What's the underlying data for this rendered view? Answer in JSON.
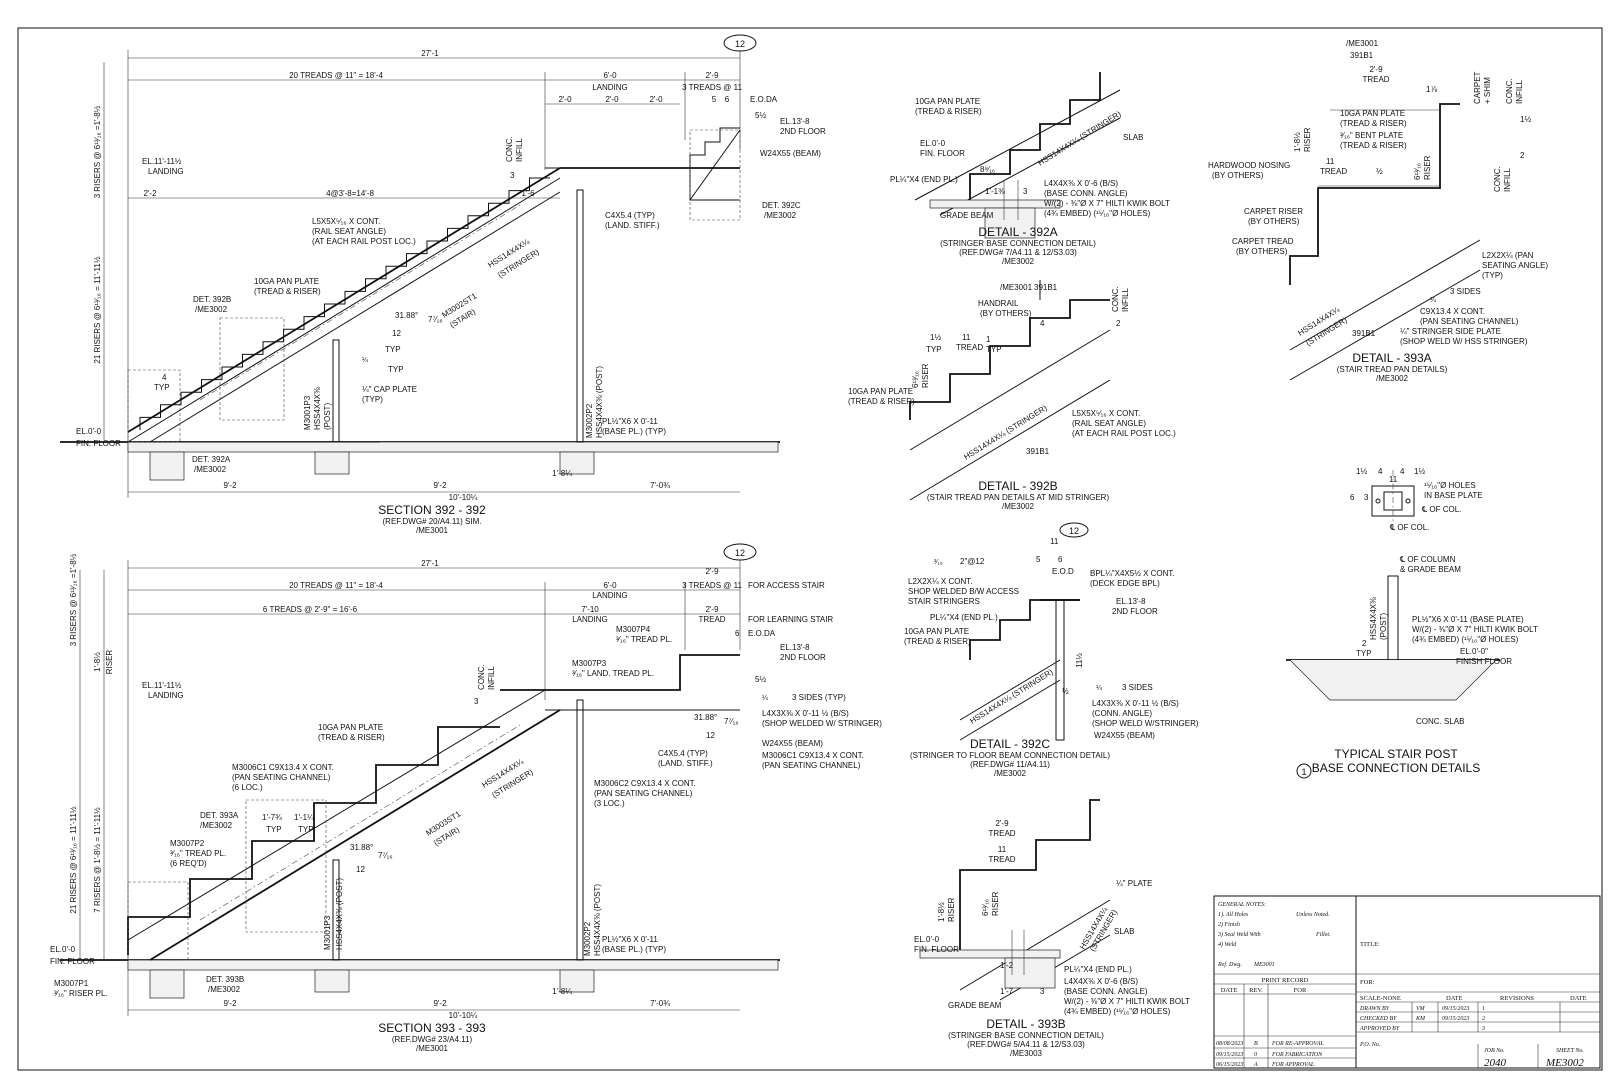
{
  "sheet": {
    "section_392": {
      "title": "SECTION 392 - 392",
      "ref": "(REF.DWG# 20/A4.11) SIM.",
      "ref2": "/ME3001",
      "grid": "12",
      "dims": [
        "27'-1",
        "20 TREADS @ 11\" = 18'-4",
        "6'-0",
        "LANDING",
        "2'-9",
        "3 TREADS @ 11",
        "2'-0",
        "2'-0",
        "2'-0",
        "5",
        "6",
        "E.O.DA",
        "2'-2",
        "4@3'-8=14'-8",
        "1'-6",
        "9'-2",
        "9'-2",
        "10'-10¼",
        "1'-8¼",
        "7'-0¾",
        "31.88°",
        "7⁷⁄₁₆",
        "12",
        "5½"
      ],
      "labels": [
        "EL.11'-11½",
        "LANDING",
        "EL.13'-8",
        "2ND FLOOR",
        "W24X55 (BEAM)",
        "DET. 392C",
        "/ME3002",
        "CONC.",
        "INFILL",
        "3",
        "C4X5.4 (TYP)",
        "(LAND. STIFF.)",
        "L5X5X⁵⁄₁₆ X CONT.",
        "(RAIL SEAT ANGLE)",
        "(AT EACH RAIL POST LOC.)",
        "HSS14X4X¼",
        "(STRINGER)",
        "M3002ST1",
        "(STAIR)",
        "10GA PAN PLATE",
        "(TREAD & RISER)",
        "DET. 392B",
        "/ME3002",
        "TYP",
        "¼",
        "TYP",
        "¼\" CAP PLATE",
        "(TYP)",
        "M3001P3",
        "HSS4X4X⅜",
        "(POST)",
        "M3002P2",
        "HSS4X4X⅜ (POST)",
        "PL½\"X6 X 0'-11",
        "(BASE PL.) (TYP)",
        "EL.0'-0",
        "FIN. FLOOR",
        "DET. 392A",
        "/ME3002",
        "4",
        "TYP",
        "3 RISERS @ 6¹³⁄₁₆ =1'-8½",
        "21 RISERS @ 6¹³⁄₁₆ = 11'-11½"
      ]
    },
    "section_393": {
      "title": "SECTION 393 - 393",
      "ref": "(REF.DWG# 23/A4.11)",
      "ref2": "/ME3001",
      "grid": "12",
      "dims": [
        "27'-1",
        "20 TREADS @ 11\" = 18'-4",
        "6'-0",
        "LANDING",
        "2'-9",
        "3 TREADS @ 11",
        "FOR ACCESS STAIR",
        "6 TREADS @ 2'-9\" = 16'-6",
        "7'-10",
        "LANDING",
        "2'-9",
        "TREAD",
        "FOR LEARNING STAIR",
        "6",
        "E.O.DA",
        "1'-7¾",
        "1'-1¼",
        "TYP",
        "TYP",
        "31.88°",
        "7⁷⁄₁₆",
        "12",
        "31.88°",
        "7⁷⁄₁₆",
        "12",
        "9'-2",
        "9'-2",
        "10'-10¼",
        "1'-8¼",
        "7'-0¾",
        "5½"
      ],
      "labels": [
        "EL.13'-8",
        "2ND FLOOR",
        "M3007P4",
        "³⁄₁₆\" TREAD PL.",
        "M3007P3",
        "³⁄₁₆\" LAND. TREAD PL.",
        "CONC.",
        "INFILL",
        "3",
        "EL.11'-11½",
        "LANDING",
        "1'-8½",
        "RISER",
        "¼",
        "3 SIDES (TYP)",
        "L4X3X⅜ X 0'-11 ½ (B/S)",
        "(SHOP WELDED W/ STRINGER)",
        "W24X55 (BEAM)",
        "M3006C1 C9X13.4 X CONT.",
        "(PAN SEATING CHANNEL)",
        "C4X5.4 (TYP)",
        "(LAND. STIFF.)",
        "10GA PAN PLATE",
        "(TREAD & RISER)",
        "M3006C1 C9X13.4 X CONT.",
        "(PAN SEATING CHANNEL)",
        "(6 LOC.)",
        "M3006C2 C9X13.4 X CONT.",
        "(PAN SEATING CHANNEL)",
        "(3 LOC.)",
        "HSS14X4X¼",
        "(STRINGER)",
        "M3003ST1",
        "(STAIR)",
        "DET. 393A",
        "/ME3002",
        "M3007P2",
        "³⁄₁₆\" TREAD PL.",
        "(6 REQ'D)",
        "M3001P3",
        "HSS4X4X⅜ (POST)",
        "M3002P2",
        "HSS4X4X⅜ (POST)",
        "PL½\"X6 X 0'-11",
        "(BASE PL.) (TYP)",
        "EL.0'-0",
        "FIN. FLOOR",
        "M3007P1",
        "³⁄₁₆\" RISER PL.",
        "DET. 393B",
        "/ME3002",
        "3 RISERS @ 6¹³⁄₁₆ =1'-8½",
        "21 RISERS @ 6¹³⁄₁₆ = 11'-11½",
        "7 RISERS @ 1'-8½ = 11'-11½"
      ]
    },
    "detail_392a": {
      "title": "DETAIL - 392A",
      "sub": "(STRINGER BASE CONNECTION DETAIL)",
      "ref": "(REF.DWG# 7/A4.11 & 12/S3.03)",
      "ref2": "/ME3002",
      "labels": [
        "10GA PAN PLATE",
        "(TREAD & RISER)",
        "HSS14X4X¼ (STRINGER)",
        "SLAB",
        "EL.0'-0",
        "FIN. FLOOR",
        "8⁹⁄₁₆",
        "PL¼\"X4 (END PL.)",
        "L4X4X⅜ X 0'-6 (B/S)",
        "(BASE CONN. ANGLE)",
        "W/(2) - ⅜\"Ø X 7\" HILTI KWIK BOLT",
        "(4¾ EMBED) (¹⁵⁄₁₆\"Ø HOLES)",
        "1'-1⅜",
        "3",
        "GRADE BEAM"
      ]
    },
    "detail_392b": {
      "title": "DETAIL - 392B",
      "sub": "(STAIR TREAD PAN DETAILS AT MID STRINGER)",
      "ref2": "/ME3002",
      "labels": [
        "/ME3001",
        "391B1",
        "HANDRAIL",
        "(BY OTHERS)",
        "CONC.",
        "INFILL",
        "4",
        "2",
        "1½",
        "11",
        "TREAD",
        "TYP",
        "1",
        "TYP",
        "6¹³⁄₁₆",
        "RISER",
        "10GA PAN PLATE",
        "(TREAD & RISER)",
        "L5X5X⁵⁄₁₆ X CONT.",
        "(RAIL SEAT ANGLE)",
        "(AT EACH RAIL POST LOC.)",
        "HSS14X4X¼ (STRINGER)",
        "391B1"
      ]
    },
    "detail_392c": {
      "title": "DETAIL - 392C",
      "sub": "(STRINGER TO FLOOR BEAM CONNECTION DETAIL)",
      "ref": "(REF.DWG# 11/A4.11)",
      "ref2": "/ME3002",
      "grid": "12",
      "labels": [
        "11",
        "5",
        "6",
        "E.O.D",
        "³⁄₁₆",
        "2\"@12",
        "L2X2X¼ X CONT.",
        "SHOP WELDED B/W ACCESS",
        "STAIR STRINGERS",
        "BPL¼\"X4X5½ X CONT.",
        "(DECK EDGE BPL)",
        "EL.13'-8",
        "2ND FLOOR",
        "PL¼\"X4 (END PL.)",
        "10GA PAN PLATE",
        "(TREAD & RISER)",
        "11½",
        "½",
        "¼",
        "3 SIDES",
        "L4X3X⅜ X 0'-11 ½ (B/S)",
        "(CONN. ANGLE)",
        "(SHOP WELD W/STRINGER)",
        "W24X55 (BEAM)",
        "HSS14X4X¼ (STRINGER)"
      ]
    },
    "detail_393a": {
      "title": "DETAIL - 393A",
      "sub": "(STAIR TREAD PAN DETAILS)",
      "ref2": "/ME3002",
      "labels": [
        "/ME3001",
        "391B1",
        "2'-9",
        "TREAD",
        "1⅞",
        "CARPET",
        "+ SHIM",
        "CONC.",
        "INFILL",
        "1½",
        "10GA PAN PLATE",
        "(TREAD & RISER)",
        "³⁄₁₆\" BENT PLATE",
        "(TREAD & RISER)",
        "1'-8½",
        "RISER",
        "11",
        "TREAD",
        "½",
        "6¹³⁄₁₆",
        "RISER",
        "HARDWOOD NOSING",
        "(BY OTHERS)",
        "CONC.",
        "INFILL",
        "2",
        "CARPET RISER",
        "(BY OTHERS)",
        "CARPET TREAD",
        "(BY OTHERS)",
        "L2X2X¼ (PAN",
        "SEATING ANGLE)",
        "(TYP)",
        "3 SIDES",
        "¼",
        "C9X13.4 X CONT.",
        "(PAN SEATING CHANNEL)",
        "¼\" STRINGER SIDE PLATE",
        "(SHOP WELD W/ HSS STRINGER)",
        "HSS14X4X¼",
        "(STRINGER)",
        "391B1"
      ]
    },
    "detail_393b": {
      "title": "DETAIL - 393B",
      "sub": "(STRINGER BASE CONNECTION DETAIL)",
      "ref": "(REF.DWG# 5/A4.11 & 12/S3.03)",
      "ref2": "/ME3003",
      "labels": [
        "2'-9",
        "TREAD",
        "11",
        "TREAD",
        "1'-8½",
        "RISER",
        "6¹³⁄₁₆",
        "RISER",
        "¼\" PLATE",
        "HSS14X4X¼",
        "(STRINGER)",
        "SLAB",
        "EL.0'-0",
        "FIN. FLOOR",
        "1'-2",
        "PL¼\"X4 (END PL.)",
        "L4X4X⅜ X 0'-6 (B/S)",
        "(BASE CONN. ANGLE)",
        "W/(2) - ⅜\"Ø X 7\" HILTI KWIK BOLT",
        "(4¾ EMBED) (¹⁵⁄₁₆\"Ø HOLES)",
        "1'-7",
        "3",
        "GRADE BEAM"
      ]
    },
    "post_detail": {
      "title1": "TYPICAL STAIR POST",
      "title2": "BASE CONNECTION DETAILS",
      "num": "1",
      "labels": [
        "11",
        "1½",
        "4",
        "4",
        "1½",
        "¹⁵⁄₁₆\"Ø HOLES",
        "IN BASE PLATE",
        "℄ OF COL.",
        "℄ OF COL.",
        "6",
        "3",
        "℄ OF COLUMN",
        "& GRADE BEAM",
        "HSS4X4X⅜",
        "(POST)",
        "PL½\"X6 X 0'-11 (BASE PLATE)",
        "W/(2) - ⅜\"Ø X 7\" HILTI KWIK BOLT",
        "(4¾ EMBED) (¹⁵⁄₁₆\"Ø HOLES)",
        "2",
        "TYP",
        "EL.0'-0\"",
        "FINISH FLOOR",
        "CONC. SLAB"
      ]
    },
    "title_block": {
      "general_notes": "GENERAL NOTES:",
      "notes": [
        "1). All Holes",
        "Unless Noted.",
        "2) Finish",
        "3) Seal Weld With",
        "Fillet.",
        "4) Weld"
      ],
      "ref_dwg_label": "Ref. Dwg.",
      "ref_dwg": "ME3001",
      "print_record": "PRINT RECORD",
      "pr_cols": [
        "DATE",
        "REV.",
        "FOR"
      ],
      "pr_rows": [
        [
          "08/08/2023",
          "B",
          "FOR RE-APPROVAL"
        ],
        [
          "09/15/2023",
          "0",
          "FOR FABRICATION"
        ],
        [
          "06/15/2023",
          "A",
          "FOR APPROVAL"
        ]
      ],
      "title_label": "TITLE:",
      "for_label": "FOR:",
      "scale": "SCALE-NONE",
      "date_col": "DATE",
      "revisions": "REVISIONS",
      "date_col2": "DATE",
      "drawn_by": "DRAWN BY",
      "drawn_init": "VM",
      "drawn_date": "09/15/2023",
      "checked_by": "CHECKED BY",
      "checked_init": "KM",
      "checked_date": "09/15/2023",
      "approved_by": "APPROVED BY",
      "rev_nums": [
        "1",
        "2",
        "3"
      ],
      "po_label": "P.O. No.",
      "job_label": "JOB No.",
      "job_no": "2040",
      "sheet_label": "SHEET No.",
      "sheet_no": "ME3002"
    }
  }
}
